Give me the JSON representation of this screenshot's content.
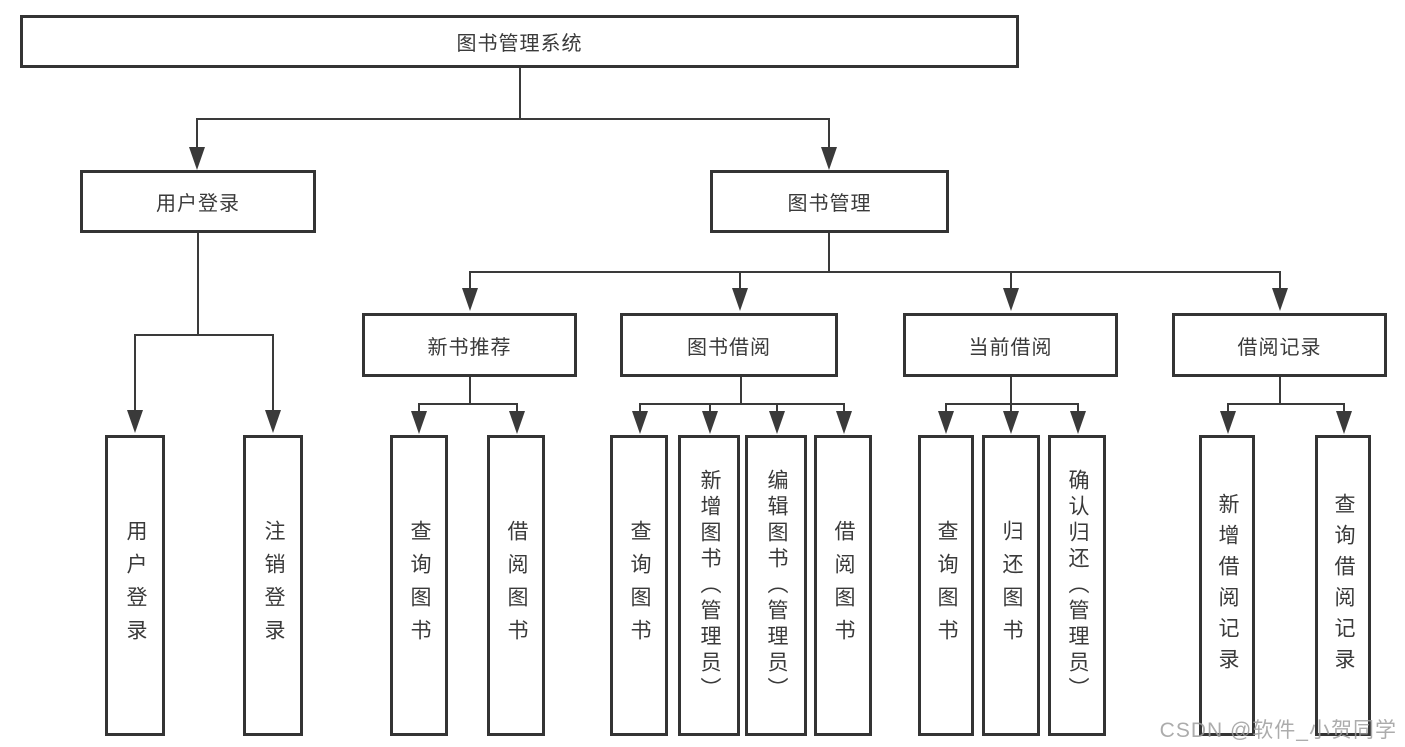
{
  "diagram": {
    "root": "图书管理系统",
    "level2": {
      "user_login": "用户登录",
      "book_management": "图书管理"
    },
    "level3": {
      "new_book_recommend": "新书推荐",
      "book_borrow": "图书借阅",
      "current_borrow": "当前借阅",
      "borrow_record": "借阅记录"
    },
    "leaves": {
      "user_login": [
        "用户登录",
        "注销登录"
      ],
      "new_book_recommend": [
        "查询图书",
        "借阅图书"
      ],
      "book_borrow": [
        "查询图书",
        "新增图书（管理员）",
        "编辑图书（管理员）",
        "借阅图书"
      ],
      "current_borrow": [
        "查询图书",
        "归还图书",
        "确认归还（管理员）"
      ],
      "borrow_record": [
        "新增借阅记录",
        "查询借阅记录"
      ]
    }
  },
  "watermark": "CSDN @软件_小贺同学",
  "colors": {
    "line": "#3a3a3a",
    "border": "#343434",
    "text": "#3a3a3a",
    "watermark_gray": "#9e9e9e",
    "background": "#ffffff"
  }
}
